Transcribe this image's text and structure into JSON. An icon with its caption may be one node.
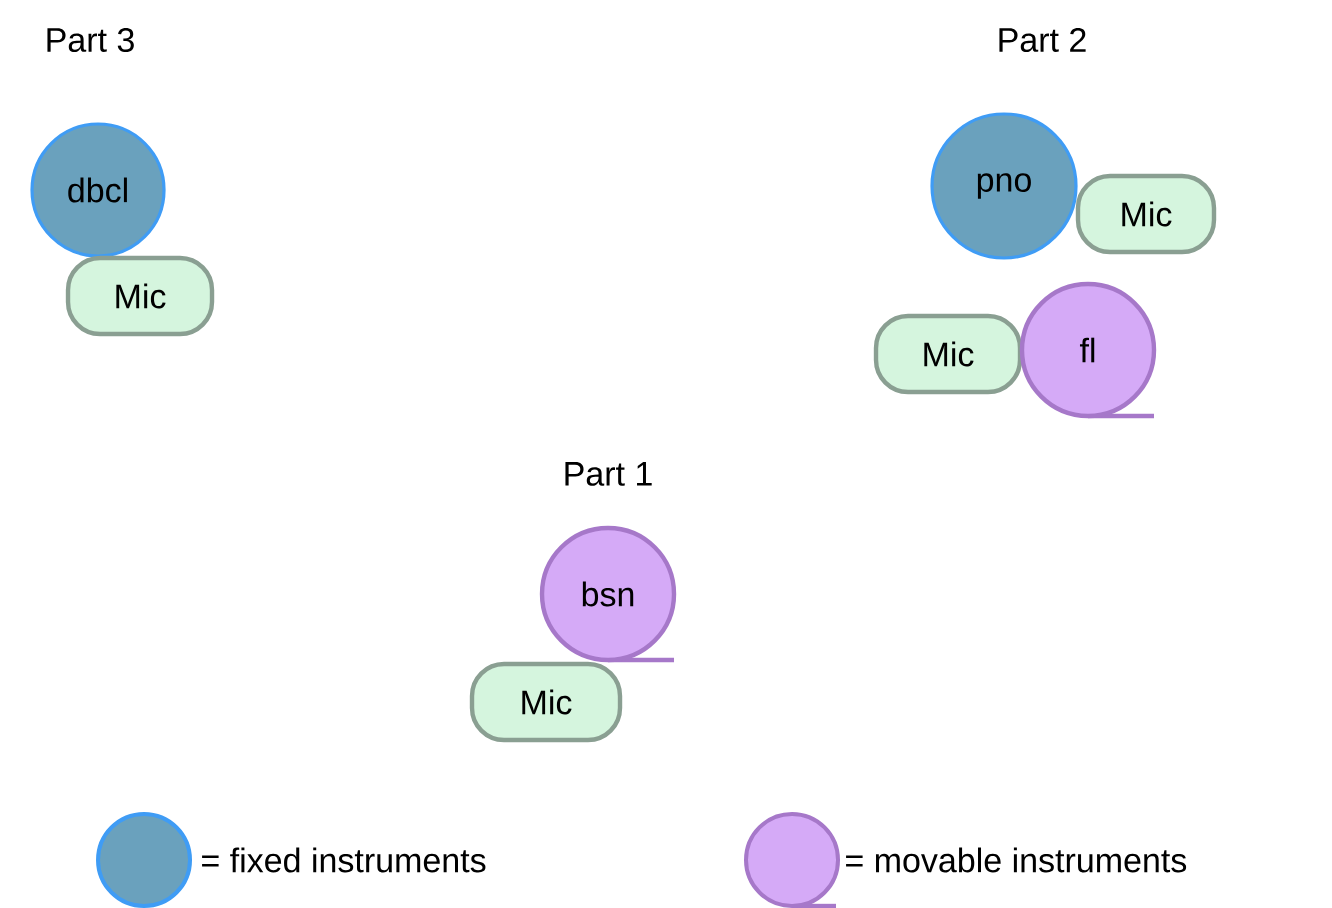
{
  "diagram": {
    "nodes": [
      {
        "text": [
          "dbcl"
        ]
      },
      {
        "text": [
          "Mic"
        ]
      },
      {
        "text": [
          "pno"
        ]
      },
      {
        "text": [
          "Mic"
        ]
      },
      {
        "text": [
          "Mic"
        ]
      },
      {
        "text": [
          "fl"
        ]
      },
      {
        "text": [
          "bsn"
        ]
      },
      {
        "text": [
          "Mic"
        ]
      }
    ],
    "labels": [
      "Part 3",
      "Part 2",
      "Part 1"
    ],
    "legend": [
      {
        "text": "= fixed instruments",
        "color": "#6aa1bd"
      },
      {
        "text": "= movable instruments",
        "color": "#d5aaf7"
      }
    ]
  }
}
